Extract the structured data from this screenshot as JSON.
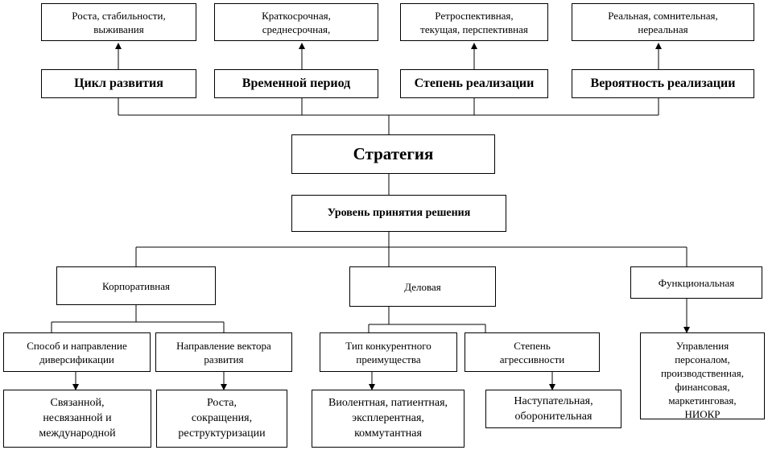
{
  "center": {
    "title": "Стратегия"
  },
  "level": {
    "label": "Уровень принятия решения"
  },
  "criteria": [
    {
      "label": "Цикл развития",
      "value": "Роста, стабильности,\nвыживания"
    },
    {
      "label": "Временной период",
      "value": "Краткосрочная,\nсреднесрочная,"
    },
    {
      "label": "Степень реализации",
      "value": "Ретроспективная,\nтекущая, перспективная"
    },
    {
      "label": "Вероятность реализации",
      "value": "Реальная, сомнительная,\nнереальная"
    }
  ],
  "levels": [
    {
      "label": "Корпоративная"
    },
    {
      "label": "Деловая"
    },
    {
      "label": "Функциональная"
    }
  ],
  "corporate": [
    {
      "label": "Способ и направление\nдиверсификации",
      "value": "Связанной,\nнесвязанной и\nмеждународной"
    },
    {
      "label": "Направление вектора\nразвития",
      "value": "Роста,\nсокращения,\nреструктуризации"
    }
  ],
  "business": [
    {
      "label": "Тип конкурентного\nпреимущества",
      "value": "Виолентная, патиентная,\nэксплерентная,\nкоммутантная"
    },
    {
      "label": "Степень\nагрессивности",
      "value": "Наступательная,\nоборонительная"
    }
  ],
  "functional": {
    "value": "Управления\nперсоналом,\nпроизводственная,\nфинансовая,\nмаркетинговая,\nНИОКР"
  }
}
